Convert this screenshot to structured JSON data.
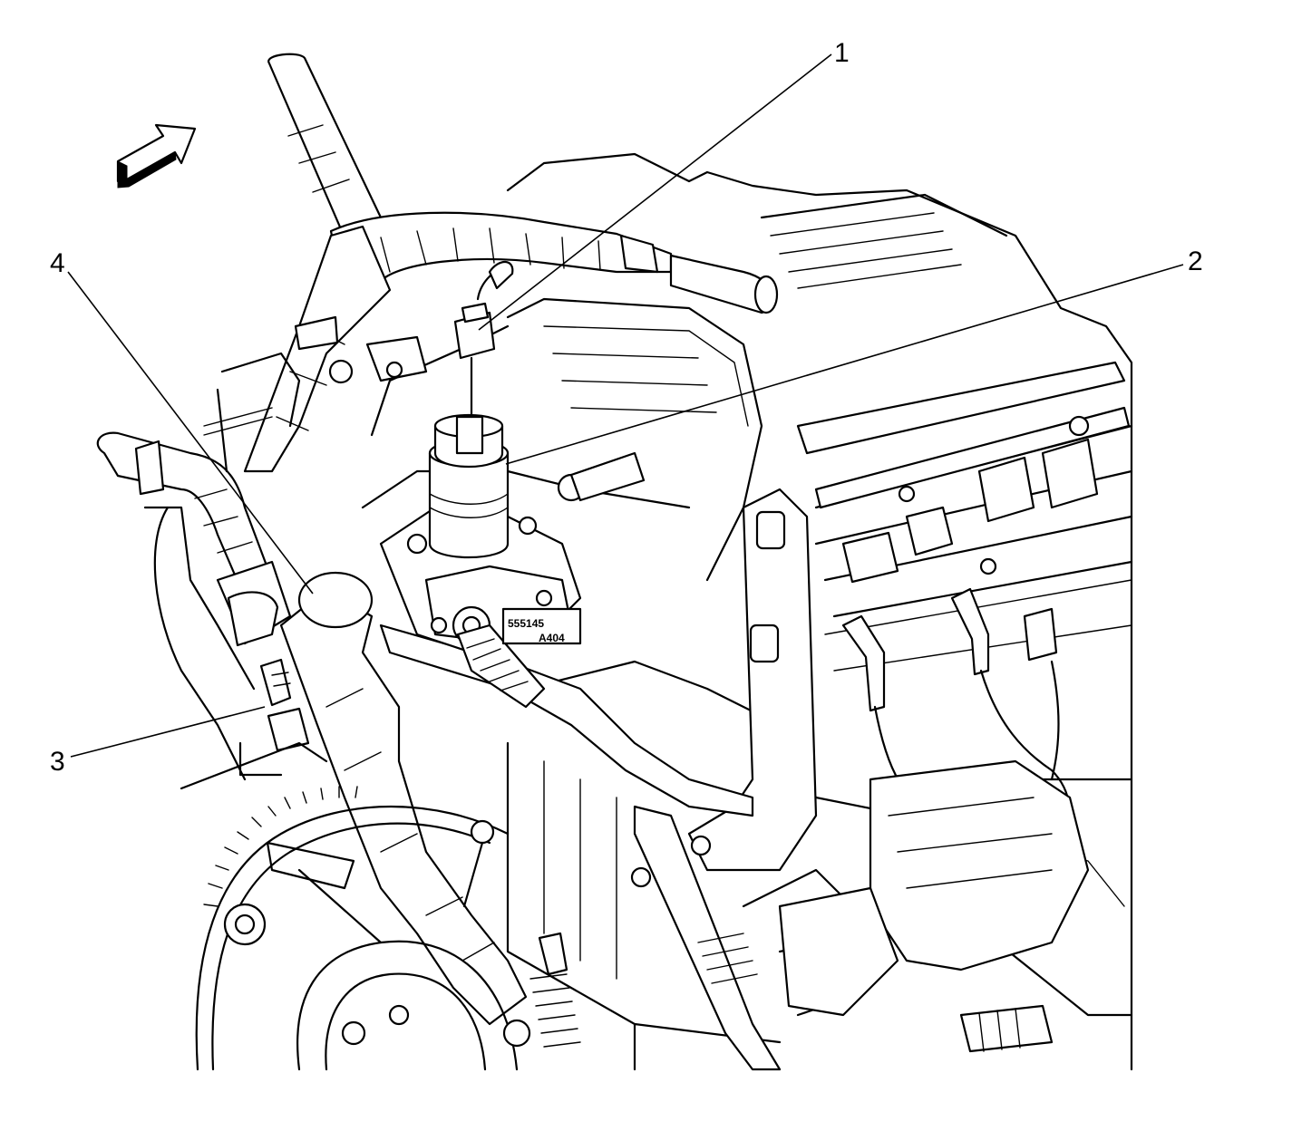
{
  "diagram": {
    "callouts": [
      {
        "id": "1",
        "label": "1"
      },
      {
        "id": "2",
        "label": "2"
      },
      {
        "id": "3",
        "label": "3"
      },
      {
        "id": "4",
        "label": "4"
      }
    ],
    "stamp_top": "555145",
    "stamp_bottom": "A404",
    "icons": {
      "orientation_arrow": "front-direction-arrow-icon"
    }
  }
}
